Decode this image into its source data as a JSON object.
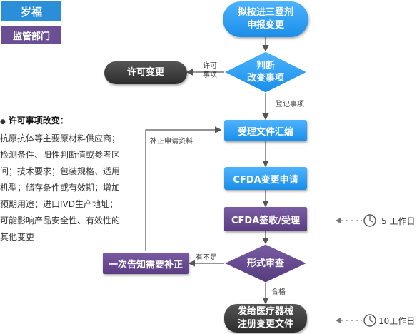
{
  "legend": {
    "blue_label": "岁福",
    "purple_label": "监管部门"
  },
  "nodes": {
    "start_line1": "拟按进三登剂",
    "start_line2": "申报变更",
    "judge_line1": "判断",
    "judge_line2": "改变事项",
    "permit_change": "许可变更",
    "accept": "受理文件汇编",
    "cfda_apply": "CFDA变更申请",
    "cfda_accept": "CFDA签收/受理",
    "formal_review": "形式审查",
    "notify_supplement": "一次告知需要补正",
    "issue_line1": "发给医疗器械",
    "issue_line2": "注册变更文件"
  },
  "edge_labels": {
    "permit_line1": "许可",
    "permit_line2": "事项",
    "register_item": "登记事项",
    "supplement_docs": "补正申请资料",
    "insufficient": "有不足",
    "qualified": "合格"
  },
  "timing": {
    "cfda_accept_days": "5 工作日",
    "issue_days": "10工作日"
  },
  "side_note": {
    "bullet": "●",
    "title": "许可事项改变：",
    "lines": [
      "抗原抗体等主要原材料供应商；",
      "检测条件、阳性判断值或参考区",
      "间；技术要求；包装规格、适用",
      "机型；储存条件或有效期；增加",
      "预期用途；进口IVD生产地址；",
      "可能影响产品安全性、有效性的",
      "其他变更"
    ]
  },
  "colors": {
    "applicant_blue": "#2a8fd8",
    "regulator_purple": "#6b4f93",
    "dark_pill": "#333333"
  }
}
